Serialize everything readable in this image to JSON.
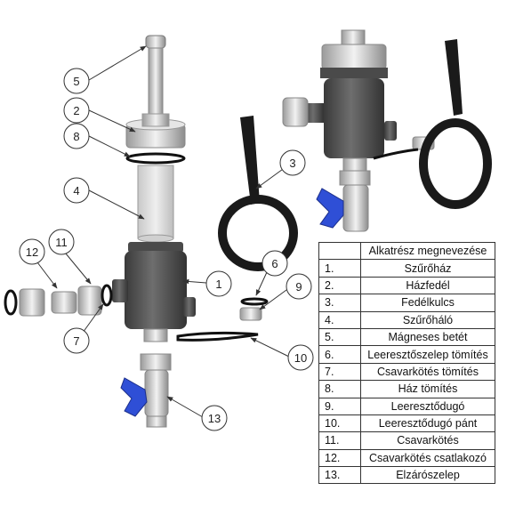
{
  "callouts": [
    "1",
    "2",
    "3",
    "4",
    "5",
    "6",
    "7",
    "8",
    "9",
    "10",
    "11",
    "12",
    "13"
  ],
  "table": {
    "header": "Alkatrész megnevezése",
    "rows": [
      {
        "num": "1.",
        "name": "Szűrőház"
      },
      {
        "num": "2.",
        "name": "Házfedél"
      },
      {
        "num": "3.",
        "name": "Fedélkulcs"
      },
      {
        "num": "4.",
        "name": "Szűrőháló"
      },
      {
        "num": "5.",
        "name": "Mágneses betét"
      },
      {
        "num": "6.",
        "name": "Leeresztőszelep tömítés"
      },
      {
        "num": "7.",
        "name": "Csavarkötés tömítés"
      },
      {
        "num": "8.",
        "name": "Ház tömítés"
      },
      {
        "num": "9.",
        "name": "Leeresztődugó"
      },
      {
        "num": "10.",
        "name": "Leeresztődugó pánt"
      },
      {
        "num": "11.",
        "name": "Csavarkötés"
      },
      {
        "num": "12.",
        "name": "Csavarkötés csatlakozó"
      },
      {
        "num": "13.",
        "name": "Elzárószelep"
      }
    ]
  },
  "colors": {
    "housing": "#555555",
    "wrench": "#1a1a1a",
    "cap": "#d9d9d9",
    "handle": "#2f4fd6"
  }
}
